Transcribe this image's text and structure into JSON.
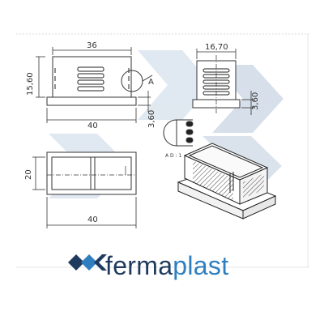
{
  "drawing": {
    "dims": {
      "top_width": "36",
      "left_height": "15,60",
      "front_width": "40",
      "front_lip": "3,60",
      "side_width": "16,70",
      "side_lip": "3,60",
      "plan_height": "20",
      "plan_width": "40"
    },
    "detail_letter": "A",
    "detail_caption": "A D : 1",
    "watermark_colors": [
      "#dce6f0",
      "#cfdbe8"
    ],
    "line_color": "#333333"
  },
  "brand": {
    "logo_name": "fermaplast-logo",
    "part1": "ferma",
    "part2": "plast",
    "colors": {
      "dark": "#1f3a5f",
      "light": "#2f7fc0"
    }
  }
}
